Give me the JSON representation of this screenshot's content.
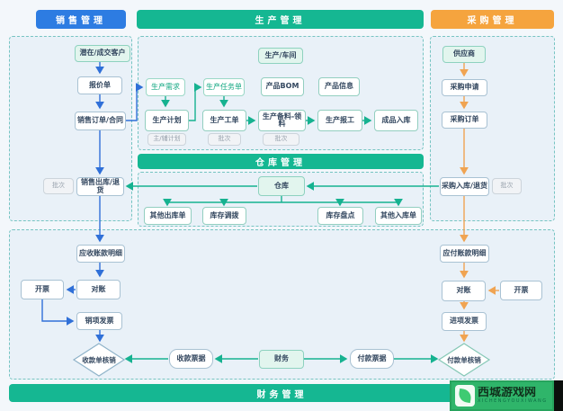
{
  "headers": {
    "sales": "销售管理",
    "production": "生产管理",
    "purchasing": "采购管理",
    "warehouse": "仓库管理",
    "finance": "财务管理"
  },
  "sales": {
    "customer": "潜在/成交客户",
    "quotation": "报价单",
    "order": "销售订单/合同",
    "outbound": "销售出库/退货",
    "batch_tag": "批次"
  },
  "production": {
    "workshop": "生产/车间",
    "demand": "生产需求",
    "task": "生产任务单",
    "bom": "产品BOM",
    "info": "产品信息",
    "plan": "生产计划",
    "plan_tag": "主/辅计划",
    "work_order": "生产工单",
    "work_order_tag": "批次",
    "material": "生产备料-领料",
    "material_tag": "批次",
    "report": "生产报工",
    "finished": "成品入库"
  },
  "warehouse": {
    "warehouse": "仓库",
    "other_out": "其他出库单",
    "transfer": "库存调拨",
    "stocktake": "库存盘点",
    "other_in": "其他入库单"
  },
  "purchasing": {
    "supplier": "供应商",
    "request": "采购申请",
    "order": "采购订单",
    "inbound": "采购入库/退货",
    "batch_tag": "批次"
  },
  "finance": {
    "receivable": "应收账款明细",
    "recon_left": "对账",
    "invoice_left": "开票",
    "sales_invoice": "销项发票",
    "receipt_writeoff": "收款单核销",
    "receipt_bill": "收款票据",
    "finance_dept": "财务",
    "payment_bill": "付款票据",
    "payment_writeoff": "付款单核销",
    "payable": "应付账款明细",
    "recon_right": "对账",
    "invoice_right": "开票",
    "input_invoice": "进项发票"
  },
  "watermark": {
    "title": "西城游戏网",
    "subtitle": "XICHENGYOUXIWANG"
  },
  "colors": {
    "sales_header": "#2d7ce2",
    "teal_header": "#15b792",
    "purchasing_header": "#f5a43e",
    "blue_arrow": "#3070d8",
    "green_arrow": "#16b290",
    "orange_arrow": "#f0a452"
  }
}
